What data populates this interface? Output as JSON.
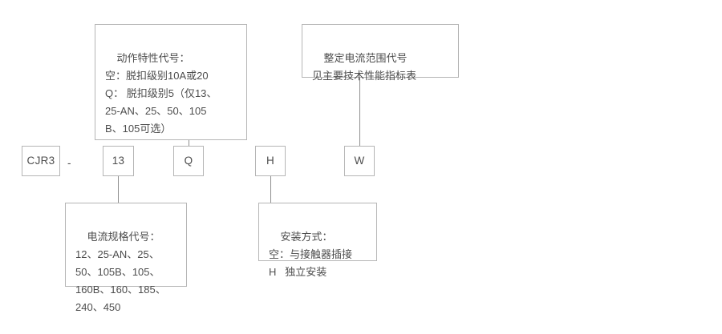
{
  "diagram": {
    "title": "CJR3 model code designation diagram",
    "separator": "-",
    "border_color": "#b5b5b5",
    "line_color": "#8e8e8e",
    "text_color": "#4d4d4d",
    "background": "#ffffff"
  },
  "code_boxes": [
    {
      "id": "series",
      "label": "CJR3"
    },
    {
      "id": "current-spec",
      "label": "13"
    },
    {
      "id": "action-characteristic",
      "label": "Q"
    },
    {
      "id": "mounting",
      "label": "H"
    },
    {
      "id": "setting-range",
      "label": "W"
    }
  ],
  "notes": {
    "action_characteristic": {
      "id": "action-characteristic-note",
      "text": "动作特性代号：\n空：脱扣级别10A或20\nQ： 脱扣级别5（仅13、\n25-AN、25、50、105\nB、105可选）"
    },
    "setting_range": {
      "id": "setting-range-note",
      "text": "整定电流范围代号\n见主要技术性能指标表"
    },
    "current_spec": {
      "id": "current-spec-note",
      "text": "电流规格代号：\n12、25-AN、25、\n50、105B、105、\n160B、160、185、\n240、450"
    },
    "mounting": {
      "id": "mounting-note",
      "text": "安装方式：\n空：与接触器插接\nH   独立安装"
    }
  }
}
